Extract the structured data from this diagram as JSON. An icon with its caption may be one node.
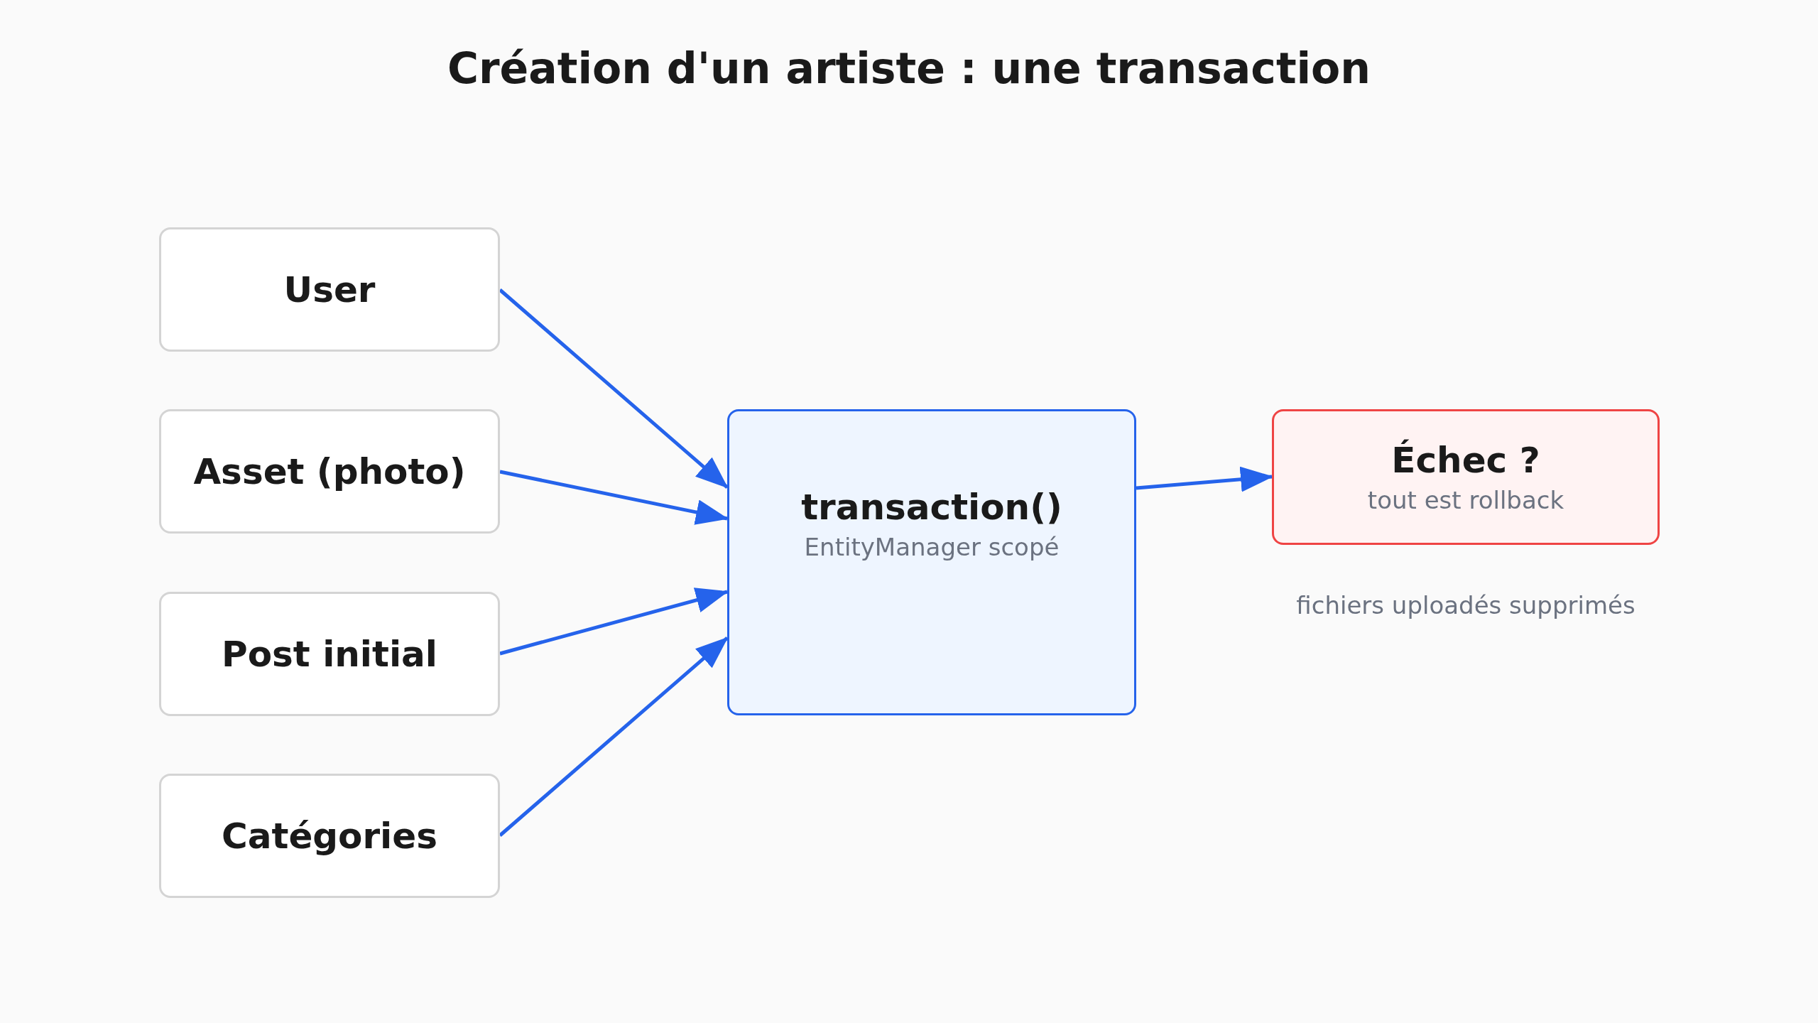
{
  "diagram": {
    "title": "Création d'un artiste : une transaction",
    "nodes": [
      {
        "text": [
          "User"
        ]
      },
      {
        "text": [
          "Asset (photo)"
        ]
      },
      {
        "text": [
          "Post initial"
        ]
      },
      {
        "text": [
          "Catégories"
        ]
      },
      {
        "text": [
          "transaction()",
          "EntityManager scopé"
        ]
      },
      {
        "text": [
          "Échec ?",
          "tout est rollback"
        ],
        "beside": [
          "fichiers uploadés supprimés"
        ]
      }
    ],
    "edges": [
      {
        "from": 0,
        "to": 4,
        "arrow": "to"
      },
      {
        "from": 1,
        "to": 4,
        "arrow": "to"
      },
      {
        "from": 2,
        "to": 4,
        "arrow": "to"
      },
      {
        "from": 3,
        "to": 4,
        "arrow": "to"
      },
      {
        "from": 4,
        "to": 5,
        "arrow": "to"
      }
    ]
  }
}
